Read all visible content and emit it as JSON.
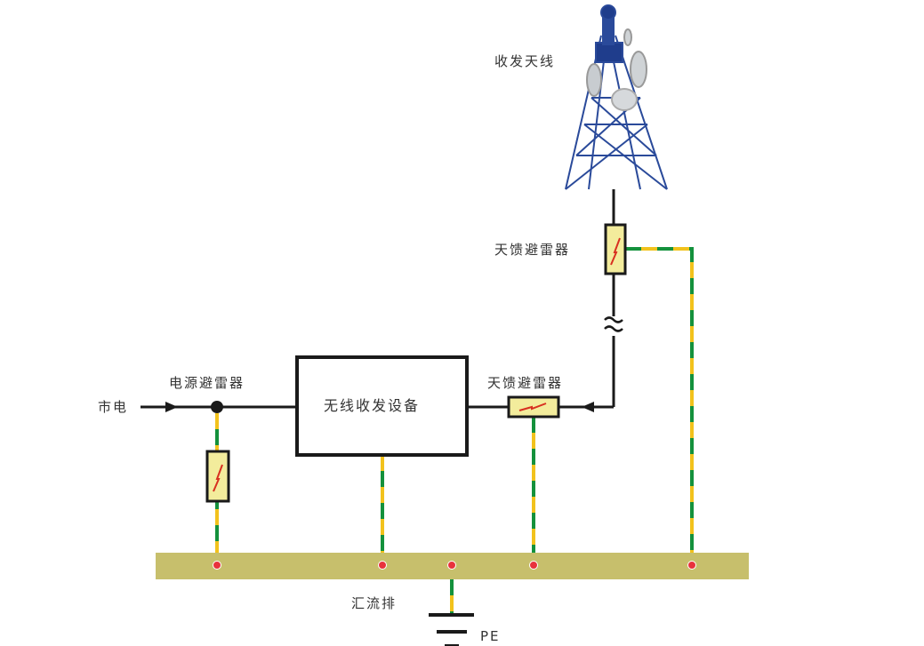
{
  "labels": {
    "antenna": "收发天线",
    "feeder_arrester_top": "天馈避雷器",
    "feeder_arrester_bottom": "天馈避雷器",
    "power_arrester": "电源避雷器",
    "mains": "市电",
    "device": "无线收发设备",
    "busbar": "汇流排",
    "pe": "PE"
  },
  "colors": {
    "wire": "#1a1a1a",
    "ground_yellow": "#f2c21c",
    "ground_green": "#14913c",
    "busbar": "#c7bf6c",
    "arrester_fill": "#f3ec9c",
    "terminal_dot": "#e8323c",
    "tower": "#2a4a9a"
  }
}
